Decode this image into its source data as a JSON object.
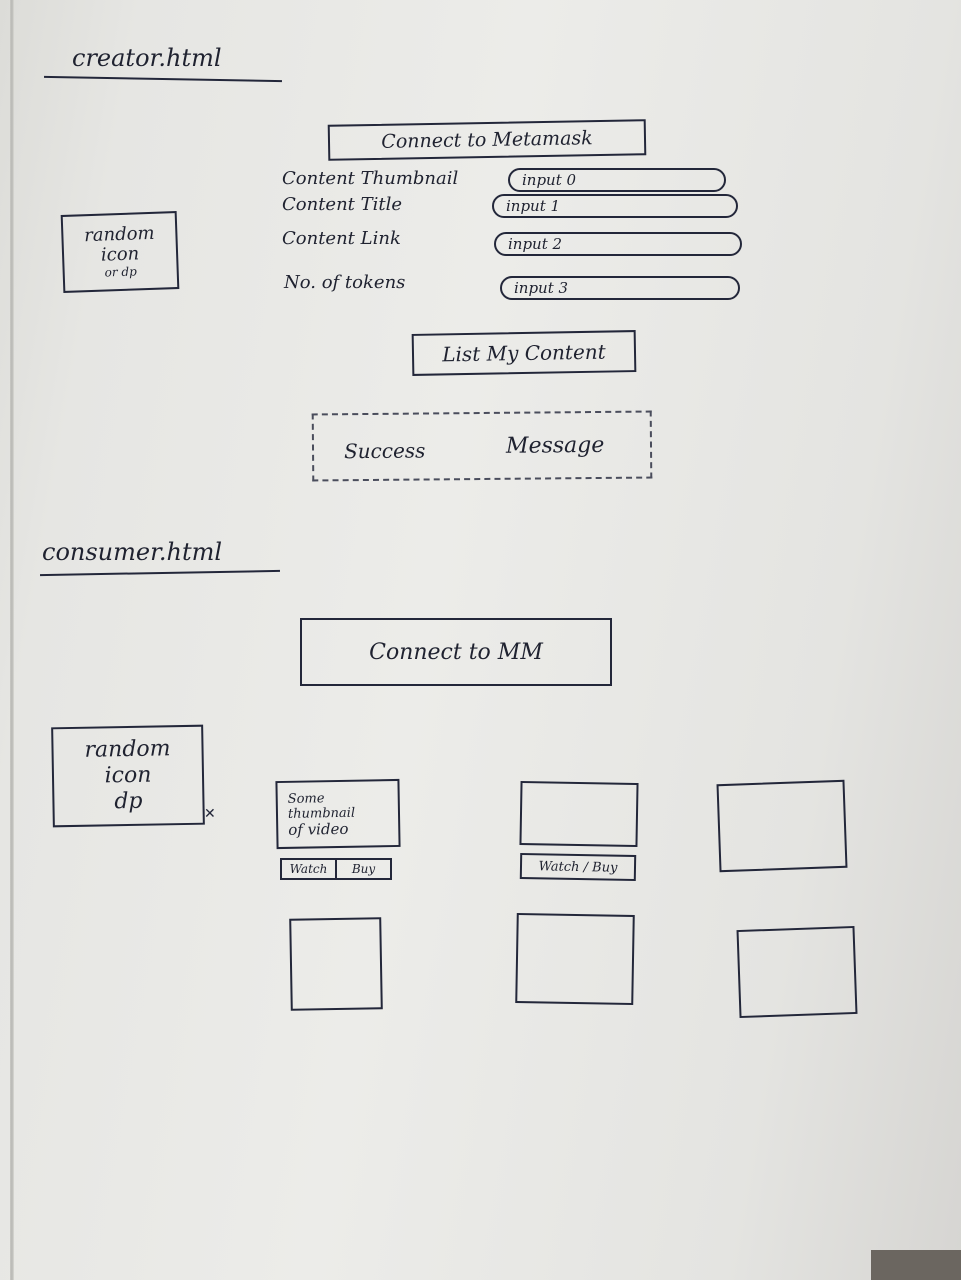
{
  "creator": {
    "heading": "creator.html",
    "connect_button": "Connect to Metamask",
    "avatar_text": [
      "random",
      "icon",
      "or dp"
    ],
    "fields": [
      {
        "label": "Content Thumbnail",
        "input": "input 0"
      },
      {
        "label": "Content Title",
        "input": "input 1"
      },
      {
        "label": "Content Link",
        "input": "input 2"
      },
      {
        "label": "No. of tokens",
        "input": "input 3"
      }
    ],
    "list_button": "List My Content",
    "message": {
      "left": "Success",
      "right": "Message"
    }
  },
  "consumer": {
    "heading": "consumer.html",
    "connect_button": "Connect to MM",
    "avatar_text": [
      "random",
      "icon",
      "dp"
    ],
    "thumb_text": [
      "Some",
      "thumbnail",
      "of video"
    ],
    "card_buttons": [
      "Watch",
      "Buy"
    ],
    "card2_buttons": "Watch / Buy"
  }
}
